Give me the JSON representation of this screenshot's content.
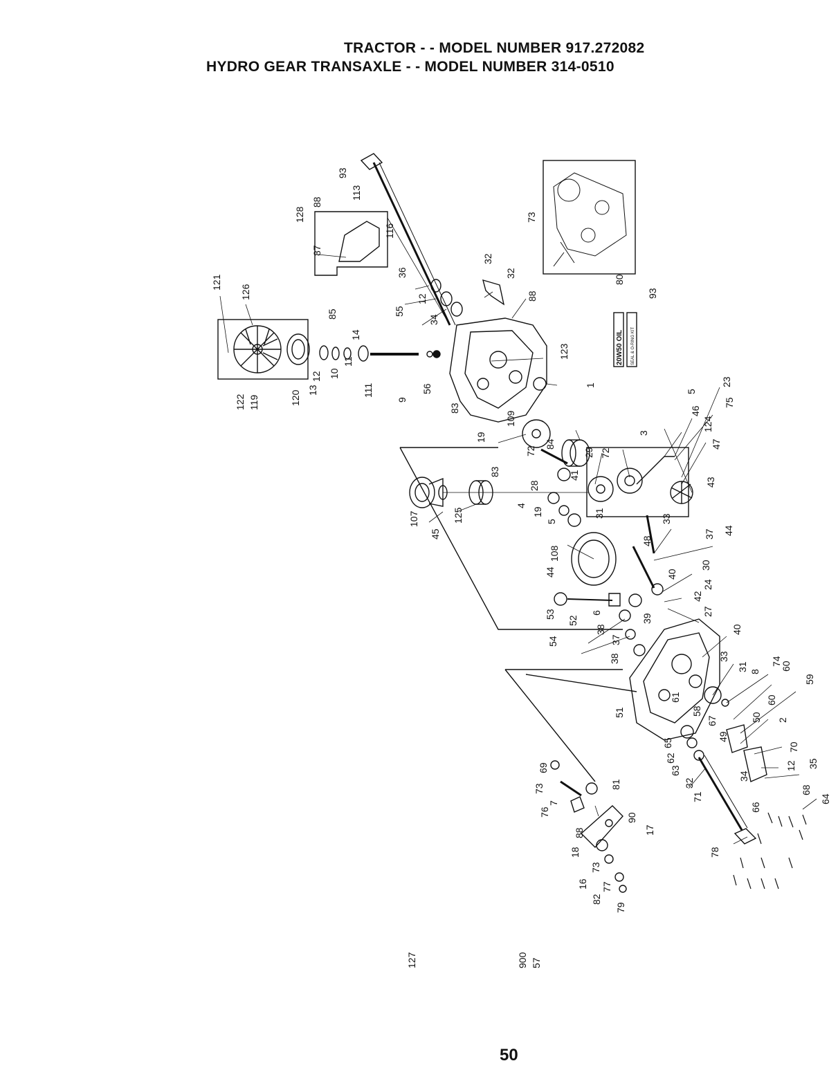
{
  "header": {
    "line1": "TRACTOR - - MODEL NUMBER 917.272082",
    "line2": "HYDRO GEAR TRANSAXLE - - MODEL NUMBER 314-0510"
  },
  "diagram": {
    "oil_box_label": "20W50 OIL",
    "kit_box_label": "SEAL & O-RING KIT",
    "callouts": [
      "121",
      "126",
      "128",
      "88",
      "93",
      "113",
      "116",
      "87",
      "36",
      "85",
      "122",
      "119",
      "120",
      "13",
      "12",
      "10",
      "11",
      "14",
      "111",
      "9",
      "56",
      "55",
      "12",
      "34",
      "32",
      "32",
      "88",
      "123",
      "1",
      "83",
      "19",
      "109",
      "83",
      "72",
      "84",
      "28",
      "41",
      "29",
      "72",
      "3",
      "5",
      "46",
      "124",
      "23",
      "75",
      "47",
      "43",
      "107",
      "45",
      "125",
      "4",
      "19",
      "5",
      "31",
      "33",
      "37",
      "44",
      "108",
      "44",
      "48",
      "40",
      "30",
      "24",
      "42",
      "27",
      "53",
      "52",
      "6",
      "38",
      "39",
      "54",
      "37",
      "38",
      "40",
      "33",
      "31",
      "8",
      "74",
      "60",
      "59",
      "60",
      "61",
      "58",
      "67",
      "51",
      "49",
      "50",
      "2",
      "70",
      "65",
      "62",
      "63",
      "32",
      "34",
      "12",
      "35",
      "71",
      "68",
      "66",
      "64",
      "69",
      "73",
      "7",
      "76",
      "81",
      "88",
      "90",
      "17",
      "18",
      "73",
      "16",
      "77",
      "82",
      "79",
      "78",
      "73",
      "80",
      "93",
      "900",
      "57",
      "127"
    ]
  },
  "page_number": "50"
}
